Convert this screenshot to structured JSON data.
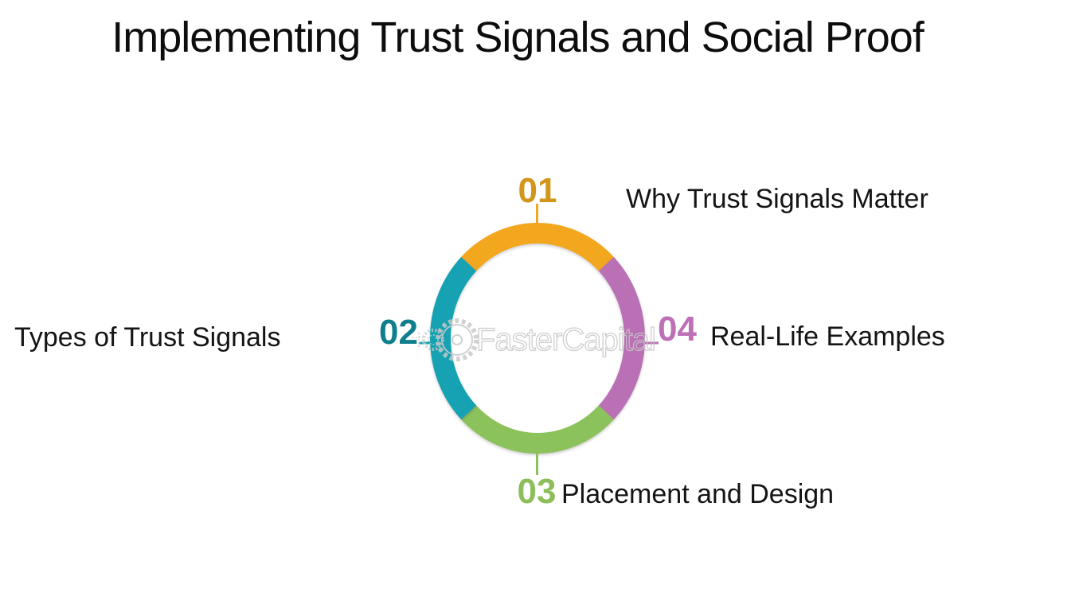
{
  "title": "Implementing Trust Signals and Social Proof",
  "watermark": {
    "text": "FasterCapital",
    "color": "#c6c6c6"
  },
  "diagram": {
    "type": "circular-cycle",
    "background_color": "#ffffff",
    "items": [
      {
        "number": "01",
        "label": "Why Trust Signals Matter",
        "position": "top",
        "ring_color": "#F2A71E",
        "number_color": "#D2961A"
      },
      {
        "number": "02",
        "label": "Types of Trust Signals",
        "position": "left",
        "ring_color": "#16A2B2",
        "number_color": "#0F7F8E"
      },
      {
        "number": "03",
        "label": "Placement and Design",
        "position": "bottom",
        "ring_color": "#8CC25B",
        "number_color": "#8CBE5A"
      },
      {
        "number": "04",
        "label": "Real-Life Examples",
        "position": "right",
        "ring_color": "#BA70B5",
        "number_color": "#BF6FB7"
      }
    ]
  }
}
